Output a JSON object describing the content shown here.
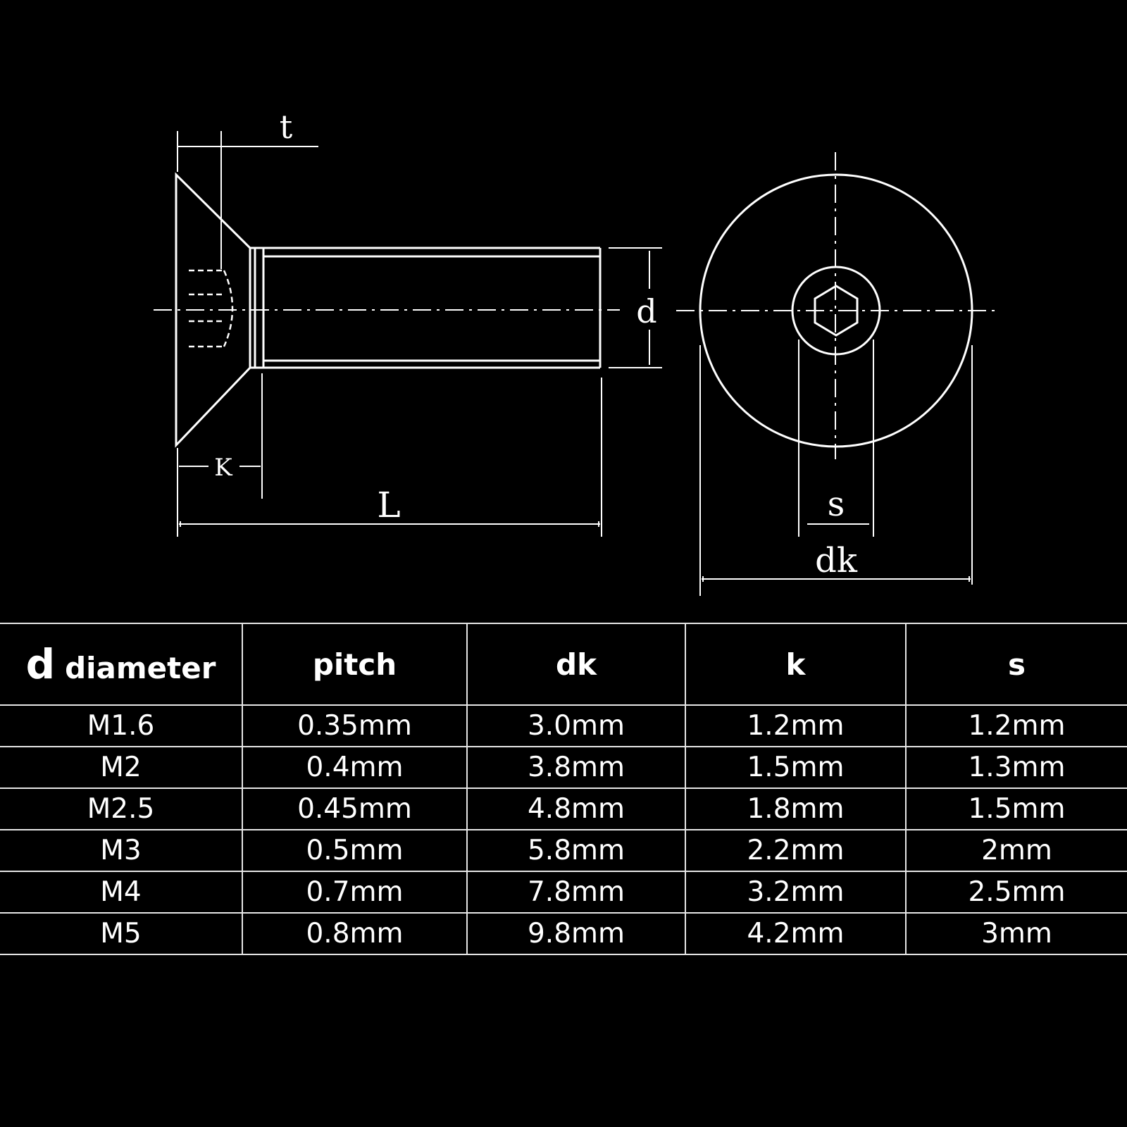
{
  "diagram": {
    "labels": {
      "t": "t",
      "d": "d",
      "k": "K",
      "L": "L",
      "s": "s",
      "dk": "dk"
    }
  },
  "table": {
    "header": {
      "d_symbol": "d",
      "d_word": "diameter",
      "pitch": "pitch",
      "dk": "dk",
      "k": "k",
      "s": "s"
    },
    "rows": [
      [
        "M1.6",
        "0.35mm",
        "3.0mm",
        "1.2mm",
        "1.2mm"
      ],
      [
        "M2",
        "0.4mm",
        "3.8mm",
        "1.5mm",
        "1.3mm"
      ],
      [
        "M2.5",
        "0.45mm",
        "4.8mm",
        "1.8mm",
        "1.5mm"
      ],
      [
        "M3",
        "0.5mm",
        "5.8mm",
        "2.2mm",
        "2mm"
      ],
      [
        "M4",
        "0.7mm",
        "7.8mm",
        "3.2mm",
        "2.5mm"
      ],
      [
        "M5",
        "0.8mm",
        "9.8mm",
        "4.2mm",
        "3mm"
      ]
    ]
  }
}
